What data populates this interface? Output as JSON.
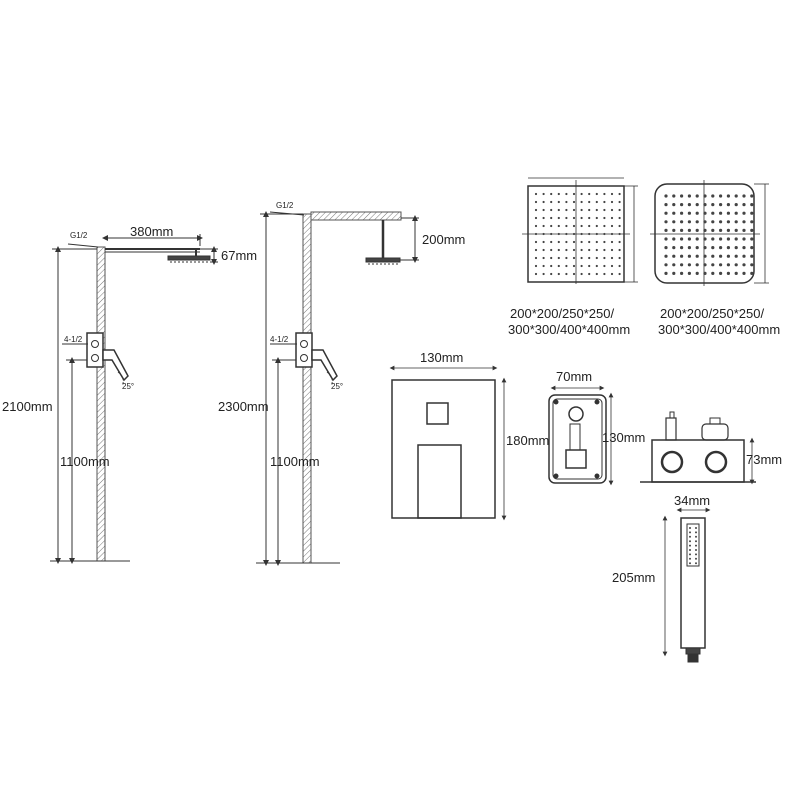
{
  "labels": {
    "a_pipe_thread": "G1/2",
    "a_arm_length": "380mm",
    "a_head_drop": "67mm",
    "a_valve_thread": "4-1/2",
    "a_angle": "25°",
    "a_total_height": "2100mm",
    "a_valve_height": "1100mm",
    "b_pipe_thread": "G1/2",
    "b_head_drop": "200mm",
    "b_valve_thread": "4-1/2",
    "b_angle": "25°",
    "b_total_height": "2300mm",
    "b_valve_height": "1100mm",
    "head_sizes_1_line1": "200*200/250*250/",
    "head_sizes_1_line2": "300*300/400*400mm",
    "head_sizes_2_line1": "200*200/250*250/",
    "head_sizes_2_line2": "300*300/400*400mm",
    "panel_width": "130mm",
    "panel_height": "180mm",
    "box_width": "70mm",
    "box_height": "130mm",
    "valve_height": "73mm",
    "handheld_width": "34mm",
    "handheld_length": "205mm"
  },
  "colors": {
    "line": "#333333",
    "hatch": "#777777",
    "fill_dark": "#444444",
    "fill_light": "#f4f4f4"
  }
}
